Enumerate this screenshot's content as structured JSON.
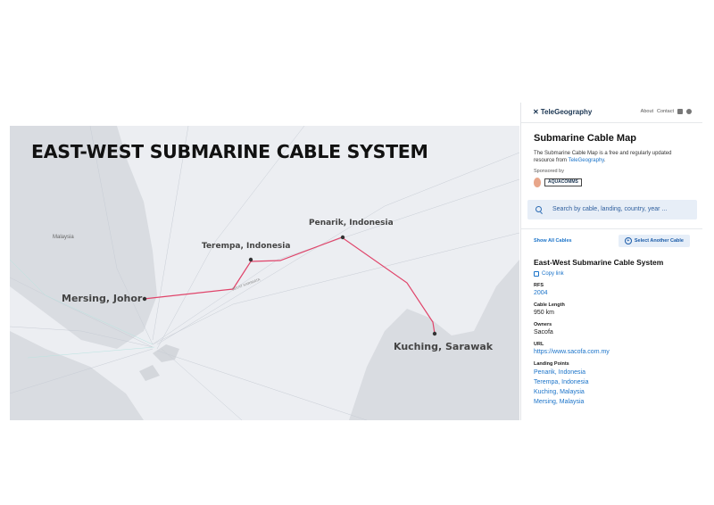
{
  "map": {
    "title": "EAST-WEST SUBMARINE CABLE SYSTEM",
    "region_labels": [
      "Malaysia",
      "SELAT KARIMATA"
    ],
    "cities": [
      "Mersing, Johor",
      "Terempa, Indonesia",
      "Penarik, Indonesia",
      "Kuching, Sarawak"
    ],
    "cable_color": "#e0446a",
    "land_color": "#d9dce1",
    "water_color": "#eceef2"
  },
  "panel": {
    "brand": "TeleGeography",
    "links": [
      "About",
      "Contact"
    ],
    "title": "Submarine Cable Map",
    "description": "The Submarine Cable Map is a free and regularly updated resource from",
    "description_link": "TeleGeography",
    "sponsored_by": "Sponsored by",
    "sponsor_logo": "AQUACOMMS",
    "search_placeholder": "Search by cable, landing, country, year ...",
    "show_all": "Show All Cables",
    "select_another": "Select Another Cable",
    "cable": {
      "name": "East-West Submarine Cable System",
      "copy_link": "Copy link",
      "rfs_label": "RFS",
      "rfs": "2004",
      "length_label": "Cable Length",
      "length": "950 km",
      "owners_label": "Owners",
      "owners": "Sacofa",
      "url_label": "URL",
      "url": "https://www.sacofa.com.my",
      "landing_label": "Landing Points",
      "landing_points": [
        "Penarik, Indonesia",
        "Terempa, Indonesia",
        "Kuching, Malaysia",
        "Mersing, Malaysia"
      ]
    }
  }
}
